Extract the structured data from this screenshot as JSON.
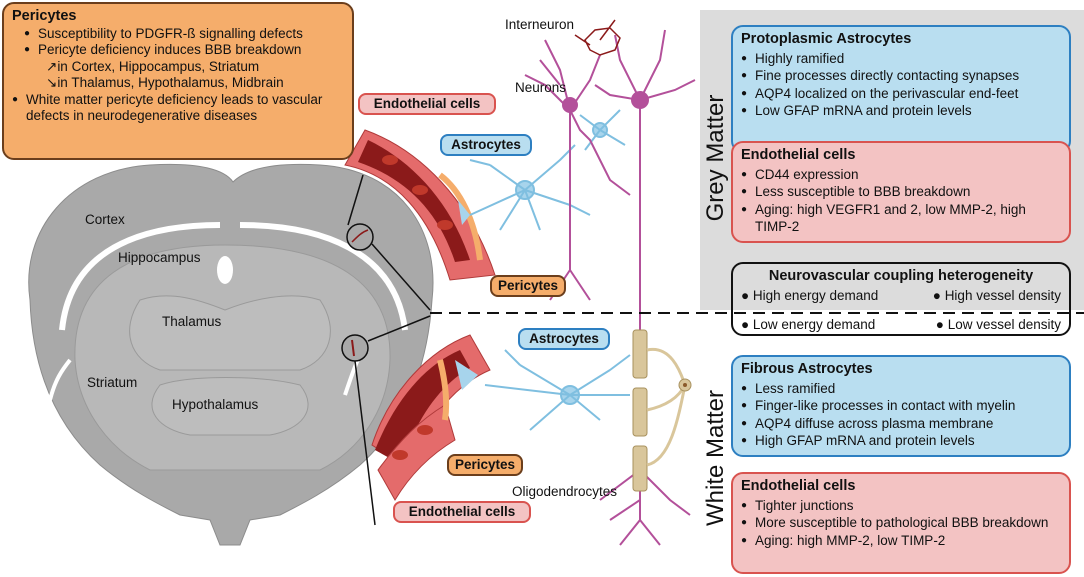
{
  "pericytes_box": {
    "title": "Pericytes",
    "items": [
      "Susceptibility to PDGFR-ß signalling defects",
      "Pericyte deficiency induces BBB breakdown"
    ],
    "regions_up": "in Cortex, Hippocampus, Striatum",
    "regions_down": "in Thalamus, Hypothalamus, Midbrain",
    "last_item": "White matter pericyte deficiency leads to vascular defects in neurodegenerative diseases"
  },
  "brain_labels": {
    "cortex": "Cortex",
    "hippocampus": "Hippocampus",
    "thalamus": "Thalamus",
    "striatum": "Striatum",
    "hypothalamus": "Hypothalamus"
  },
  "cell_labels": {
    "interneuron": "Interneuron",
    "neurons": "Neurons",
    "oligodendrocytes": "Oligodendrocytes"
  },
  "tags": {
    "endothelial_top": "Endothelial cells",
    "astrocytes_top": "Astrocytes",
    "pericytes_top": "Pericytes",
    "astrocytes_bottom": "Astrocytes",
    "pericytes_bottom": "Pericytes",
    "endothelial_bottom": "Endothelial cells"
  },
  "grey_matter": {
    "label": "Grey Matter",
    "protoplasmic": {
      "title": "Protoplasmic Astrocytes",
      "items": [
        "Highly ramified",
        "Fine processes directly contacting synapses",
        "AQP4 localized on the perivascular end-feet",
        "Low GFAP mRNA and protein levels"
      ]
    },
    "endothelial": {
      "title": "Endothelial cells",
      "items": [
        "CD44 expression",
        "Less susceptible to BBB breakdown",
        "Aging: high VEGFR1 and 2, low MMP-2, high TIMP-2"
      ]
    }
  },
  "coupling": {
    "title": "Neurovascular coupling heterogeneity",
    "grey_left": "High energy demand",
    "grey_right": "High vessel density",
    "white_left": "Low energy demand",
    "white_right": "Low vessel density"
  },
  "white_matter": {
    "label": "White Matter",
    "fibrous": {
      "title": "Fibrous Astrocytes",
      "items": [
        "Less ramified",
        "Finger-like processes in contact with myelin",
        "AQP4 diffuse across plasma membrane",
        "High GFAP mRNA and protein levels"
      ]
    },
    "endothelial": {
      "title": "Endothelial cells",
      "items": [
        "Tighter junctions",
        "More susceptible to pathological BBB breakdown",
        "Aging: high MMP-2, low TIMP-2"
      ]
    }
  },
  "colors": {
    "grey_panel": "#dcdcdc",
    "brain": "#a9a9a9",
    "vessel": "#e46b6b",
    "vessel_dark": "#8b1a1a",
    "astrocyte": "#a7d4ec",
    "neuron": "#b3509a",
    "myelin": "#d9c69b"
  }
}
